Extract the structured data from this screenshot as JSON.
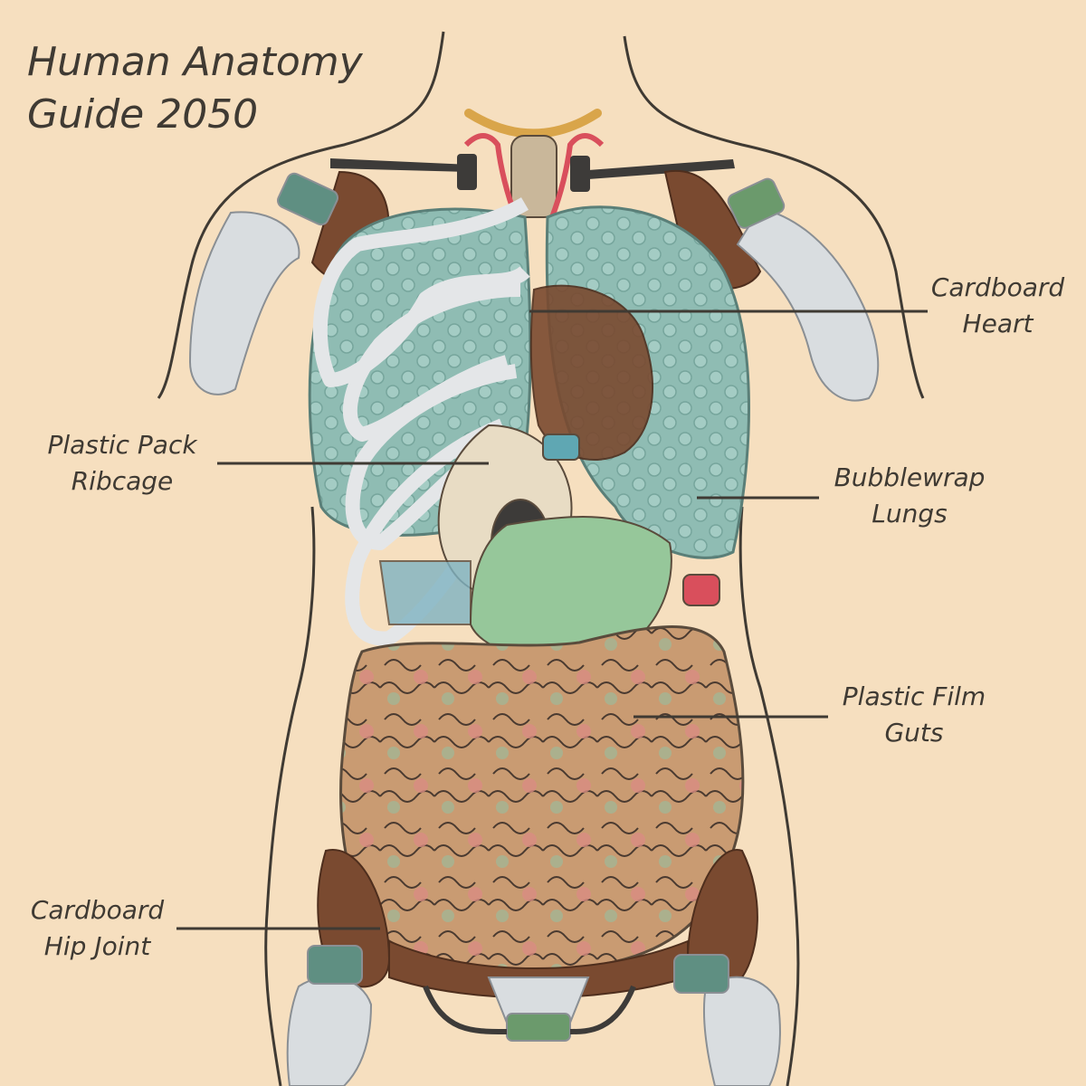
{
  "title": {
    "line1": "Human Anatomy",
    "line2": "Guide 2050"
  },
  "labels": {
    "heart": {
      "line1": "Cardboard",
      "line2": "Heart"
    },
    "ribcage": {
      "line1": "Plastic Pack",
      "line2": "Ribcage"
    },
    "lungs": {
      "line1": "Bubblewrap",
      "line2": "Lungs"
    },
    "guts": {
      "line1": "Plastic Film",
      "line2": "Guts"
    },
    "hip": {
      "line1": "Cardboard",
      "line2": "Hip Joint"
    }
  },
  "colors": {
    "paper": "#f6dfbf",
    "ink": "#3f3a33",
    "lung": "#8fbcb3",
    "cardboard": "#7a4a30",
    "plastic_white": "#d9dde0",
    "bottle_cap": "#5f8f82",
    "guts_mix": [
      "#d9b27a",
      "#cf6d6a",
      "#9fb08d",
      "#c98f6a",
      "#a9b7c2"
    ]
  }
}
